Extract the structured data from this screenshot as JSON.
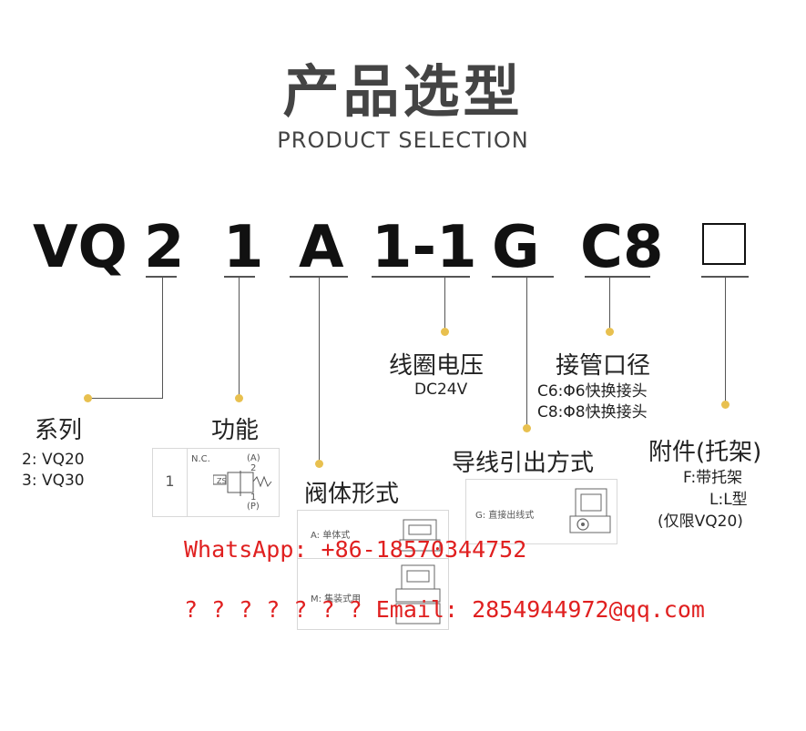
{
  "title_cn": "产品选型",
  "title_en": "PRODUCT SELECTION",
  "code": {
    "series": "VQ",
    "size": "2",
    "function": "1",
    "body": "A",
    "voltage": "1-1",
    "lead": "G",
    "port": "C8"
  },
  "series": {
    "label": "系列",
    "options": [
      "2: VQ20",
      "3: VQ30"
    ]
  },
  "function": {
    "label": "功能",
    "symbol_index": "1",
    "symbol_nc": "N.C.",
    "port_a": "(A)",
    "num2": "2",
    "num1": "1",
    "port_p": "(P)",
    "zs": "ZS"
  },
  "body": {
    "label": "阀体形式",
    "opt_a": "A:  单体式",
    "opt_m": "M:  集装式用"
  },
  "voltage": {
    "label": "线圈电压",
    "value": "DC24V"
  },
  "port": {
    "label": "接管口径",
    "options": [
      "C6:Φ6快换接头",
      "C8:Φ8快换接头"
    ]
  },
  "lead": {
    "label": "导线引出方式",
    "opt_g": "G:  直接出线式"
  },
  "accessory": {
    "label": "附件(托架)",
    "options": [
      "F:带托架",
      "L:L型",
      "(仅限VQ20)"
    ]
  },
  "watermark": {
    "whatsapp": "WhatsApp: +86-18570344752",
    "email": "? ? ? ? ? ? ? Email:  2854944972@qq.com"
  },
  "colors": {
    "dot": "#e8c04f",
    "watermark": "#e02020",
    "title": "#444444"
  }
}
